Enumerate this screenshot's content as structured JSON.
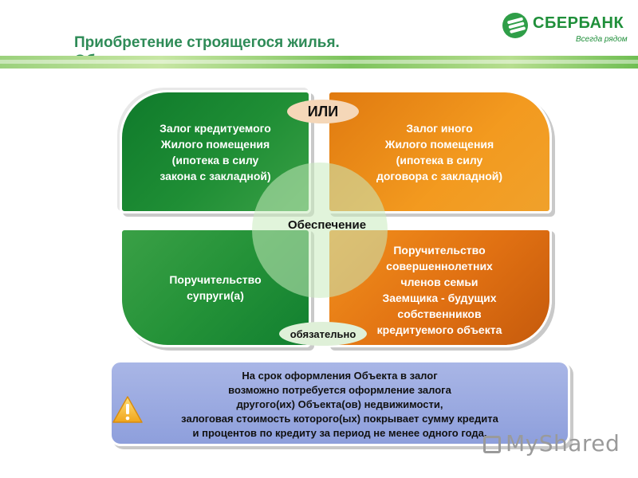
{
  "header": {
    "title_line1": "Приобретение строящегося жилья.",
    "title_line2": "Обеспечение.",
    "logo_name": "СБЕРБАНК",
    "logo_slogan": "Всегда рядом"
  },
  "diagram": {
    "center_label": "Обеспечение",
    "or_label": "ИЛИ",
    "required_label": "обязательно",
    "top_left": [
      "Залог кредитуемого",
      "Жилого помещения",
      "(ипотека в силу",
      "закона с закладной)"
    ],
    "top_right": [
      "Залог иного",
      "Жилого помещения",
      "(ипотека в силу",
      "договора с закладной)"
    ],
    "bottom_left": [
      "Поручительство",
      "супруги(а)"
    ],
    "bottom_right": [
      "Поручительство",
      "совершеннолетних",
      "членов семьи",
      "Заемщика - будущих",
      "собственников",
      "кредитуемого объекта"
    ]
  },
  "note": {
    "lines": [
      "На срок оформления Объекта в залог",
      "возможно потребуется оформление залога",
      "другого(их) Объекта(ов) недвижимости,",
      "залоговая стоимость которого(ых) покрывает сумму кредита",
      "и процентов по кредиту за период не менее одного года."
    ],
    "icon": "warning-icon"
  },
  "watermark": "MyShared",
  "colors": {
    "title": "#2e8b57",
    "green": "#1f8e35",
    "orange": "#f39a1f",
    "note_bg": "#9aa9e0"
  }
}
